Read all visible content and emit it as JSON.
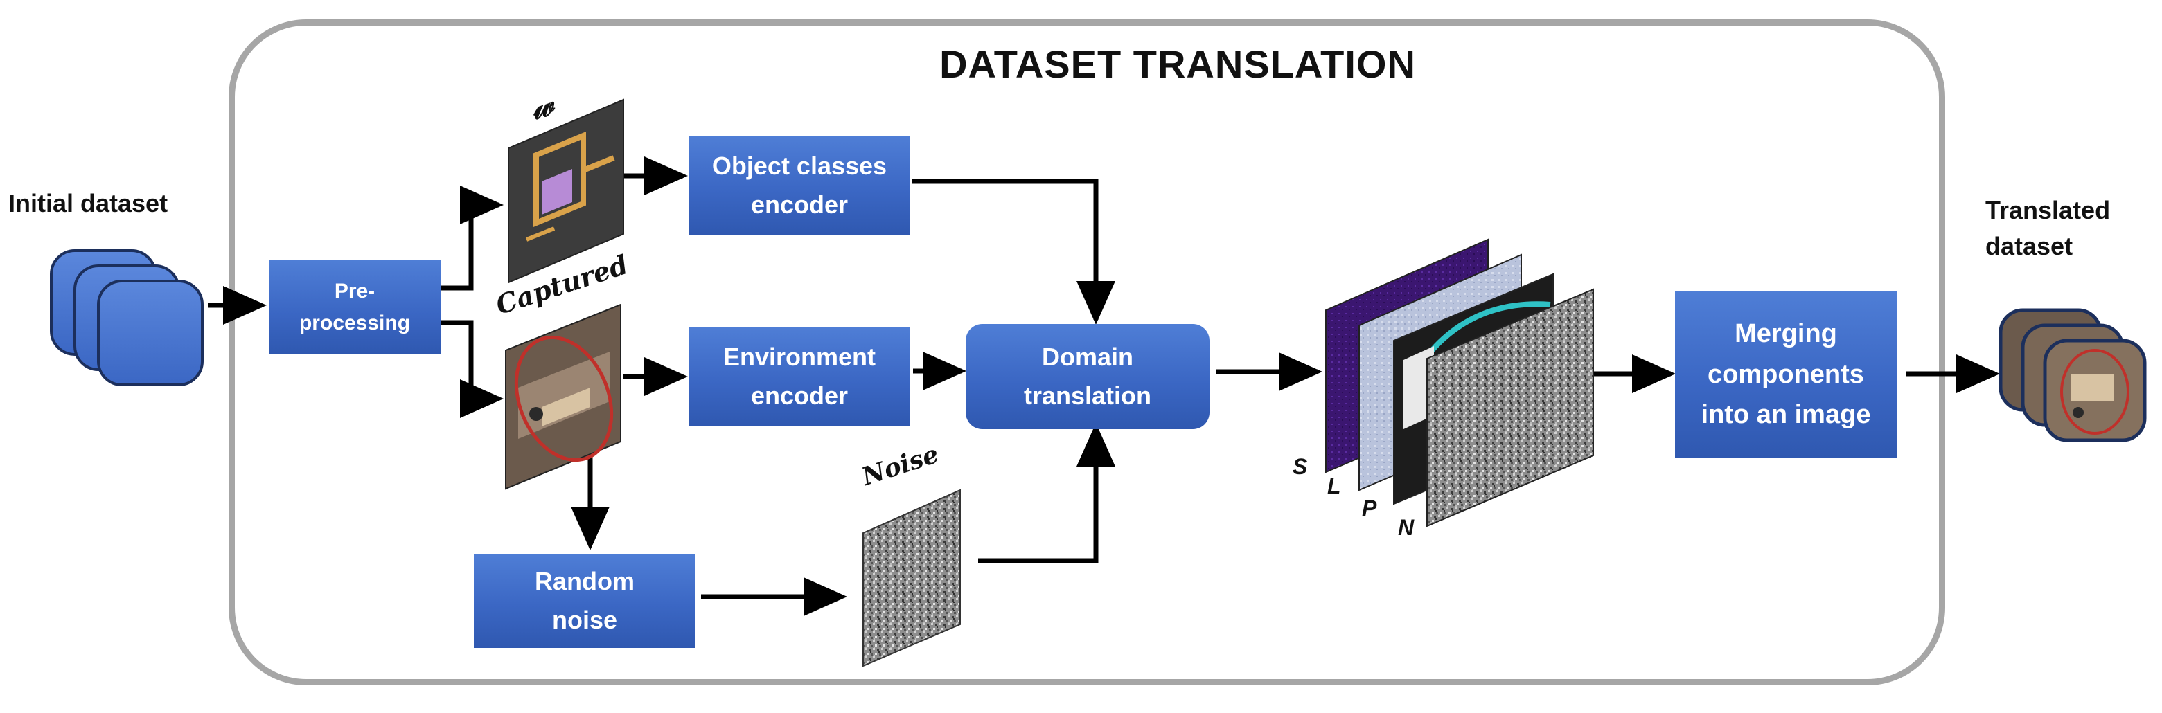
{
  "title": "DATASET TRANSLATION",
  "inputs": {
    "initial_dataset": "Initial dataset"
  },
  "outputs": {
    "translated_dataset": "Translated\ndataset"
  },
  "boxes": {
    "preprocessing": "Pre-\nprocessing",
    "object_classes_encoder": "Object classes\nencoder",
    "environment_encoder": "Environment\nencoder",
    "domain_translation": "Domain\ntranslation",
    "random_noise": "Random\nnoise",
    "merging": "Merging\ncomponents\ninto an image"
  },
  "image_labels": {
    "w": "𝓌",
    "captured": "Captured",
    "noise": "Noise"
  },
  "layer_labels": [
    "S",
    "L",
    "P",
    "N"
  ],
  "colors": {
    "box_fill": "#3b67c4",
    "frame": "#a6a6a6",
    "arrow": "#000000"
  }
}
